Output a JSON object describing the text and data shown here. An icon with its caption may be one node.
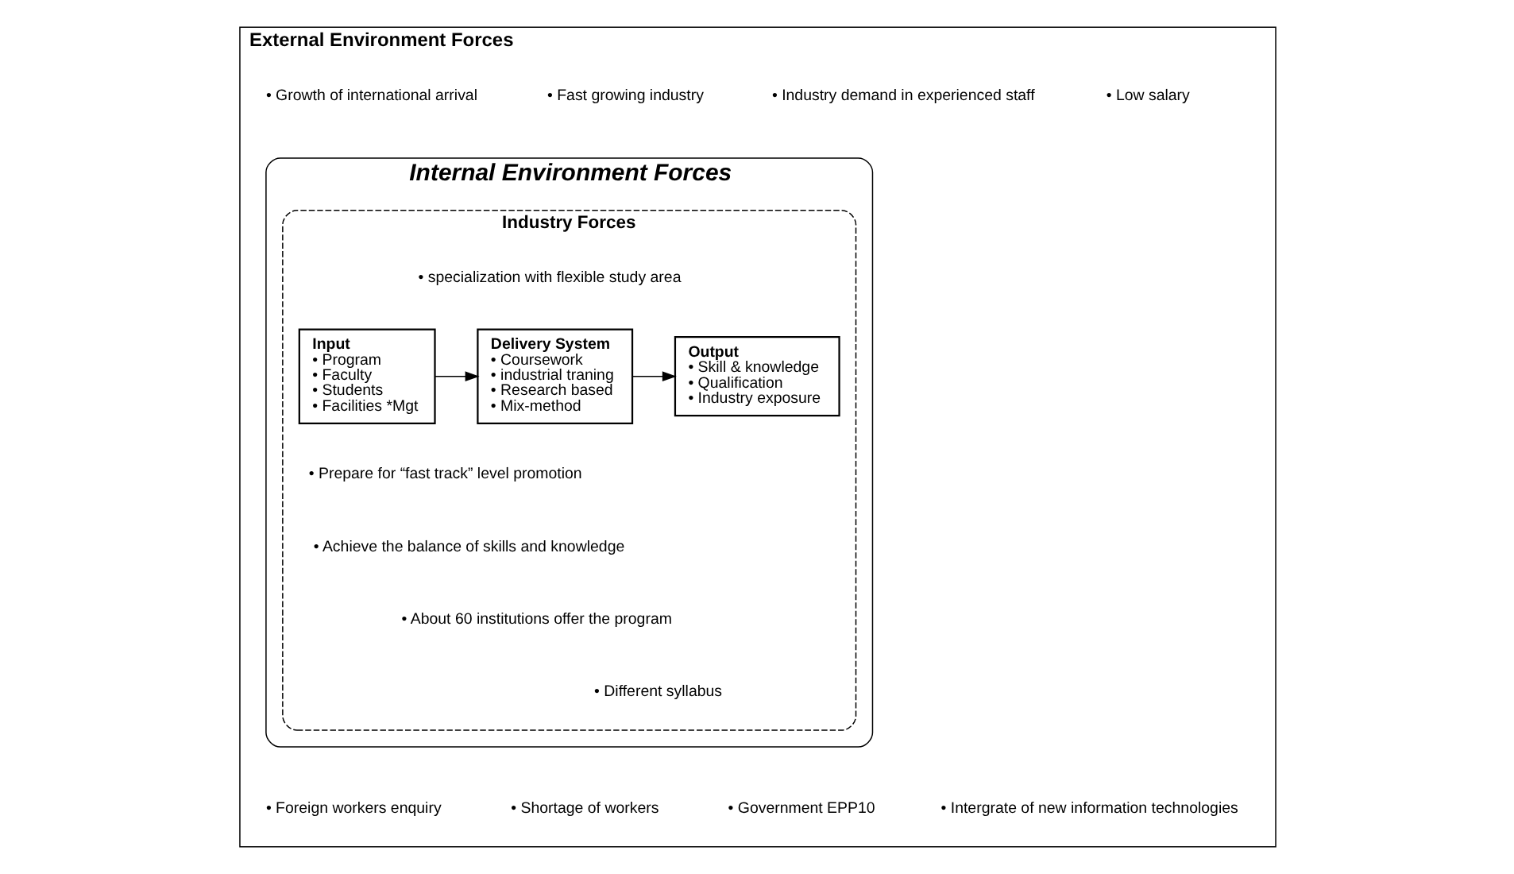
{
  "diagram": {
    "nodes": [
      {
        "text": [
          "External Environment Forces",
          "• Growth of international arrival",
          "• Fast growing industry",
          "• Industry demand in experienced staff",
          "• Low salary",
          "• Foreign workers enquiry",
          "• Shortage of workers",
          "• Government EPP10",
          "• Intergrate of new information technologies"
        ]
      },
      {
        "text": [
          "Internal Environment Forces"
        ],
        "in": 0
      },
      {
        "text": [
          "Industry Forces",
          "• specialization with flexible study area",
          "• Prepare for “fast track” level promotion",
          "• Achieve the balance of skills and knowledge",
          "• About 60 institutions offer the program",
          "• Different syllabus"
        ],
        "in": 1
      },
      {
        "text": [
          "Input",
          "• Program",
          "• Faculty",
          "• Students",
          "• Facilities *Mgt"
        ],
        "in": 2
      },
      {
        "text": [
          "Delivery System",
          "• Coursework",
          "• industrial traning",
          "• Research based",
          "• Mix-method"
        ],
        "in": 2
      },
      {
        "text": [
          "Output",
          "• Skill & knowledge",
          "• Qualification",
          "• Industry exposure"
        ],
        "in": 2
      }
    ],
    "edges": [
      {
        "from": 3,
        "to": 4,
        "arrow": "to"
      },
      {
        "from": 4,
        "to": 5,
        "arrow": "to"
      }
    ]
  }
}
